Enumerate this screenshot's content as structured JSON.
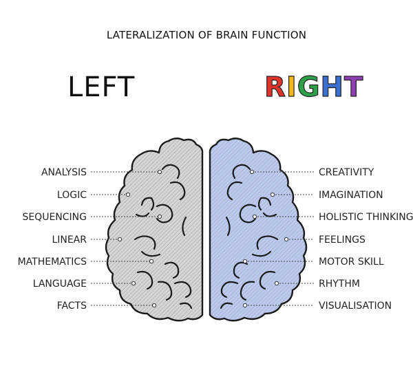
{
  "title": "LATERALIZATION OF BRAIN FUNCTION",
  "left": {
    "heading": "LEFT",
    "fill_color": "#d4d4d4",
    "labels": [
      "ANALYSIS",
      "LOGIC",
      "SEQUENCING",
      "LINEAR",
      "MATHEMATICS",
      "LANGUAGE",
      "FACTS"
    ]
  },
  "right": {
    "heading_letters": [
      "R",
      "I",
      "G",
      "H",
      "T"
    ],
    "heading_colors": [
      "#e0342b",
      "#f2b71c",
      "#2fa04a",
      "#3a6fd0",
      "#8b3fb0"
    ],
    "fill_color": "#b8c9ec",
    "labels": [
      "CREATIVITY",
      "IMAGINATION",
      "HOLISTIC THINKING",
      "FEELINGS",
      "MOTOR SKILL",
      "RHYTHM",
      "VISUALISATION"
    ]
  }
}
